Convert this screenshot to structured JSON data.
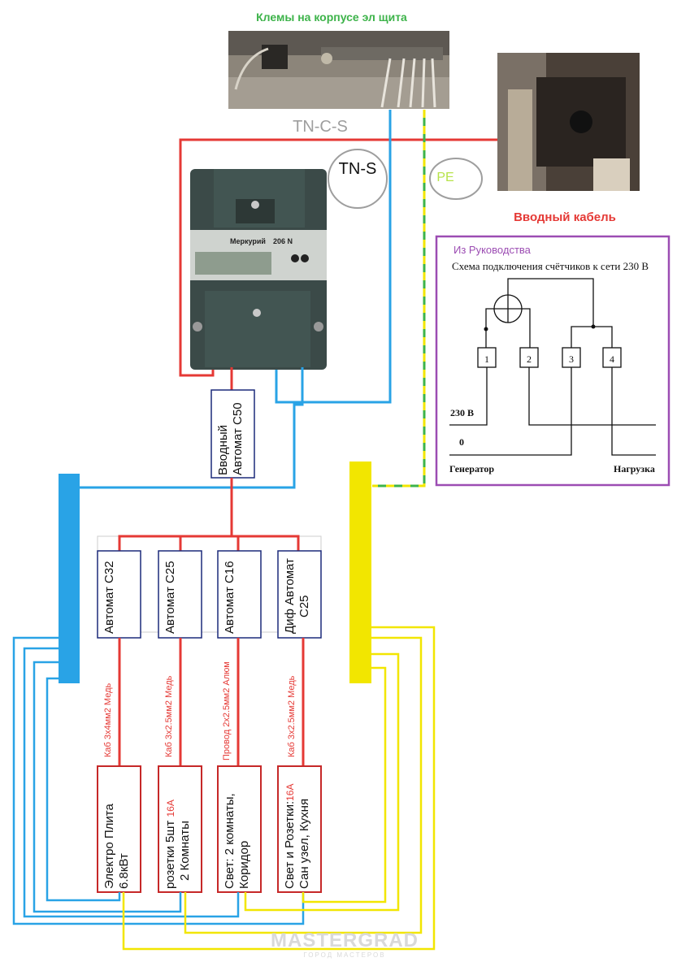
{
  "header": {
    "terminals_title": "Клемы на корпусе эл щита",
    "input_cable_title": "Вводный кабель",
    "tn_c_s": "TN-C-S",
    "tn_s": "TN-S",
    "pe": "PE"
  },
  "meter": {
    "brand": "Меркурий",
    "model": "206 N"
  },
  "main_breaker": {
    "line1": "Вводный",
    "line2": "Автомат С50"
  },
  "breakers": [
    {
      "label": "Автомат С32"
    },
    {
      "label": "Автомат С25"
    },
    {
      "label": "Автомат С16"
    },
    {
      "line1": "Диф Автомат",
      "line2": "С25"
    }
  ],
  "cables": [
    {
      "label": "Каб  3х4мм2  Медь"
    },
    {
      "label": "Каб 3х2.5мм2 Медь"
    },
    {
      "label": "Провод 2х2.5мм2 Алюм"
    },
    {
      "label": "Каб 3х2.5мм2 Медь"
    }
  ],
  "loads": [
    {
      "line1": "Электро Плита",
      "line2": "6.8кВт"
    },
    {
      "line1a": "розетки 5шт ",
      "line1b": "16А",
      "line2": "2 Комнаты"
    },
    {
      "line1": "Свет: 2 комнаты,",
      "line2": "Коридор"
    },
    {
      "line1a": "Свет и Розетки:",
      "line1b": "16А",
      "line2": "Сан узел, Кухня"
    }
  ],
  "manual": {
    "caption": "Из Руководства",
    "title": "Схема подключения счётчиков к сети 230 В",
    "terminals": [
      "1",
      "2",
      "3",
      "4"
    ],
    "v230": "230 В",
    "zero": "0",
    "generator": "Генератор",
    "load": "Нагрузка"
  },
  "watermark": {
    "main": "MASTERGRAD",
    "sub": "ГОРОД МАСТЕРОВ"
  },
  "colors": {
    "phase": "#e53935",
    "neutral": "#29a3e6",
    "pe_yellow": "#f2e600",
    "pe_green": "#3db34a",
    "box_border": "#1c2a7a",
    "manual_border": "#9c4db3"
  }
}
